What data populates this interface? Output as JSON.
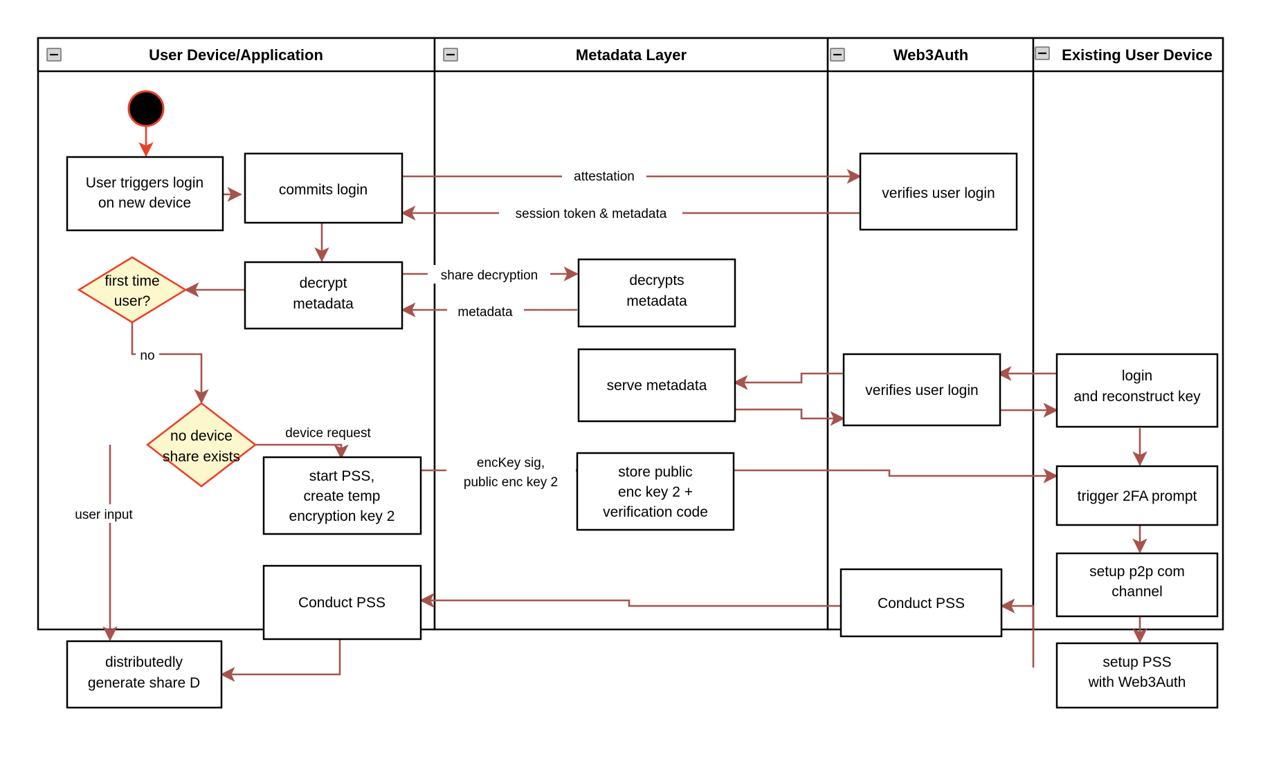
{
  "diagram": {
    "title": "Web3Auth new-device login swimlane flowchart",
    "colors": {
      "edge": "#a6534c",
      "start_edge": "#e8402a",
      "decision_fill": "#fcf7cd",
      "decision_stroke": "#ef3b25",
      "node_stroke": "#000000",
      "node_fill": "#ffffff",
      "lane_stroke": "#000000",
      "collapse_fill": "#d4d4d4"
    },
    "lanes": [
      {
        "id": "lane-user-device",
        "label": "User Device/Application",
        "collapse_icon": "minus-icon"
      },
      {
        "id": "lane-metadata",
        "label": "Metadata Layer",
        "collapse_icon": "minus-icon"
      },
      {
        "id": "lane-web3auth",
        "label": "Web3Auth",
        "collapse_icon": "minus-icon"
      },
      {
        "id": "lane-existing-device",
        "label": "Existing User Device",
        "collapse_icon": "minus-icon"
      }
    ],
    "nodes": [
      {
        "id": "start",
        "type": "start",
        "label": ""
      },
      {
        "id": "user-triggers-login",
        "type": "process",
        "lines": [
          "User triggers login",
          "on new device"
        ]
      },
      {
        "id": "commits-login",
        "type": "process",
        "lines": [
          "commits login"
        ]
      },
      {
        "id": "verifies-user-login-1",
        "type": "process",
        "lines": [
          "verifies user login"
        ]
      },
      {
        "id": "decrypt-metadata",
        "type": "process",
        "lines": [
          "decrypt",
          "metadata"
        ]
      },
      {
        "id": "decrypts-metadata",
        "type": "process",
        "lines": [
          "decrypts",
          "metadata"
        ]
      },
      {
        "id": "first-time-user",
        "type": "decision",
        "lines": [
          "first time",
          "user?"
        ]
      },
      {
        "id": "serve-metadata",
        "type": "process",
        "lines": [
          "serve metadata"
        ]
      },
      {
        "id": "verifies-user-login-2",
        "type": "process",
        "lines": [
          "verifies user login"
        ]
      },
      {
        "id": "login-and-reconstruct-key",
        "type": "process",
        "lines": [
          "login",
          "and reconstruct key"
        ]
      },
      {
        "id": "no-device-share-exists",
        "type": "decision",
        "lines": [
          "no device",
          "share exists"
        ]
      },
      {
        "id": "start-pss-create-temp-key",
        "type": "process",
        "lines": [
          "start PSS,",
          "create temp",
          "encryption key 2"
        ]
      },
      {
        "id": "store-public-enc-key",
        "type": "process",
        "lines": [
          "store public",
          "enc key 2 +",
          "verification code"
        ]
      },
      {
        "id": "trigger-2fa-prompt",
        "type": "process",
        "lines": [
          "trigger 2FA prompt"
        ]
      },
      {
        "id": "conduct-pss-user",
        "type": "process",
        "lines": [
          "Conduct PSS"
        ]
      },
      {
        "id": "conduct-pss-web3auth",
        "type": "process",
        "lines": [
          "Conduct PSS"
        ]
      },
      {
        "id": "setup-p2p-com-channel",
        "type": "process",
        "lines": [
          "setup p2p com",
          "channel"
        ]
      },
      {
        "id": "distributedly-generate-share-d",
        "type": "process",
        "lines": [
          "distributedly",
          "generate share D"
        ]
      },
      {
        "id": "setup-pss-with-web3auth",
        "type": "process",
        "lines": [
          "setup PSS",
          "with Web3Auth"
        ]
      }
    ],
    "edge_labels": [
      {
        "id": "edge-attestation",
        "text": "attestation"
      },
      {
        "id": "edge-session-token",
        "text": "session token & metadata"
      },
      {
        "id": "edge-share-decryption",
        "text": "share decryption"
      },
      {
        "id": "edge-metadata",
        "text": "metadata"
      },
      {
        "id": "edge-no",
        "text": "no"
      },
      {
        "id": "edge-device-request",
        "text": "device request"
      },
      {
        "id": "edge-enckey-sig-line1",
        "text": "encKey sig,"
      },
      {
        "id": "edge-enckey-sig-line2",
        "text": "public enc key 2"
      },
      {
        "id": "edge-user-input",
        "text": "user input"
      }
    ]
  }
}
